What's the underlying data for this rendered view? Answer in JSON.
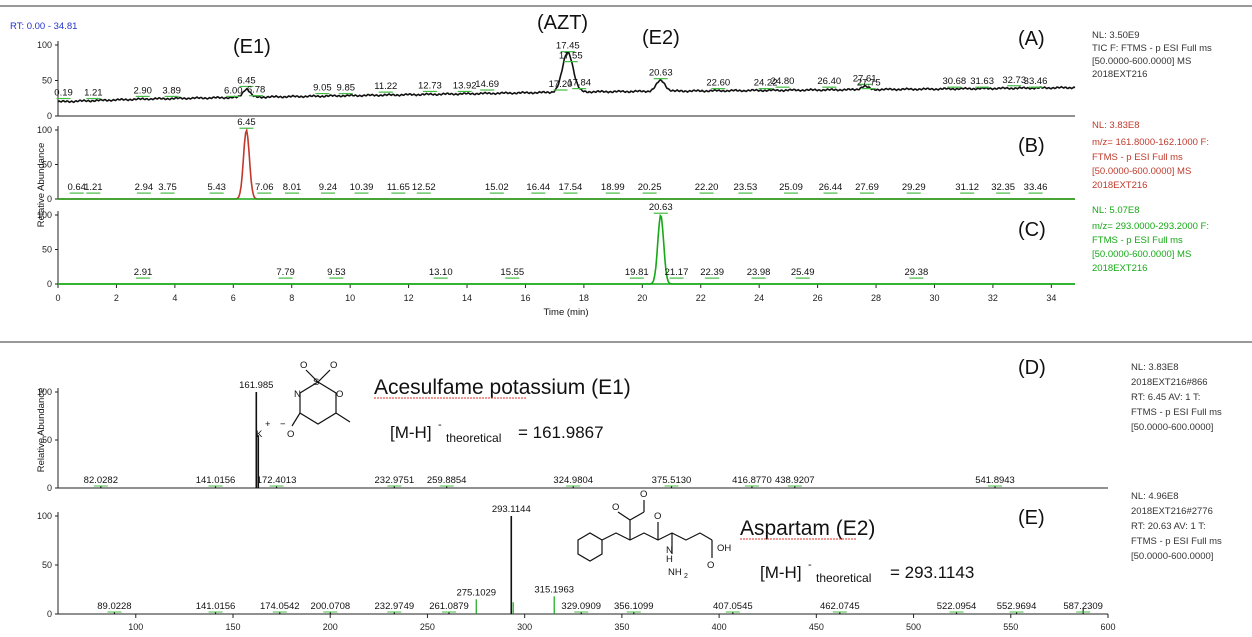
{
  "colors": {
    "tic": "#111111",
    "acesulfame": "#c0392b",
    "aspartam": "#16a816",
    "rt_range": "#2233cc",
    "marker": "#44bb44",
    "underline": "#e0342c"
  },
  "header": {
    "rt_range": "RT: 0.00 - 34.81"
  },
  "axes": {
    "y_label": "Relative Abundance",
    "y_label_spectrum": "Relative Abundance",
    "x_label_chrom": "Time (min)",
    "y_ticks": [
      "0",
      "50",
      "100"
    ],
    "x_ticks_chrom": [
      "0",
      "2",
      "4",
      "6",
      "8",
      "10",
      "12",
      "14",
      "16",
      "18",
      "20",
      "22",
      "24",
      "26",
      "28",
      "30",
      "32",
      "34"
    ],
    "x_ticks_spectrum": [
      "100",
      "150",
      "200",
      "250",
      "300",
      "350",
      "400",
      "450",
      "500",
      "550",
      "600"
    ]
  },
  "annotations": {
    "e1": "(E1)",
    "azt": "(AZT)",
    "e2": "(E2)",
    "panel_a": "(A)",
    "panel_b": "(B)",
    "panel_c": "(C)",
    "panel_d": "(D)",
    "panel_e": "(E)"
  },
  "info": {
    "a": [
      "NL: 3.50E9",
      "TIC F: FTMS - p ESI Full ms",
      "[50.0000-600.0000]  MS",
      "2018EXT216"
    ],
    "b": [
      "NL: 3.83E8",
      "m/z= 161.8000-162.1000 F:",
      "FTMS - p ESI Full ms",
      "[50.0000-600.0000]  MS",
      "2018EXT216"
    ],
    "c": [
      "NL: 5.07E8",
      "m/z= 293.0000-293.2000 F:",
      "FTMS - p ESI Full ms",
      "[50.0000-600.0000]  MS",
      "2018EXT216"
    ],
    "d": [
      "NL: 3.83E8",
      "2018EXT216#866",
      "RT: 6.45  AV: 1 T:",
      "FTMS - p ESI Full ms",
      "[50.0000-600.0000]"
    ],
    "e": [
      "NL: 4.96E8",
      "2018EXT216#2776",
      "RT: 20.63  AV: 1 T:",
      "FTMS - p ESI Full ms",
      "[50.0000-600.0000]"
    ]
  },
  "compounds": {
    "acesulfame": {
      "name": "Acesulfame potassium  (E1)",
      "mh": "[M-H]",
      "mh_sup": "-",
      "mh_sub": "theoretical",
      "mh_value": "= 161.9867",
      "atoms": {
        "o1": "O",
        "s": "S",
        "o2": "O",
        "n": "N",
        "o3": "O",
        "o4": "O",
        "k": "K",
        "plus": "+",
        "minus": "−"
      }
    },
    "aspartam": {
      "name": "Aspartam  (E2)",
      "mh": "[M-H]",
      "mh_sup": "-",
      "mh_sub": "theoretical",
      "mh_value": "= 293.1143",
      "atoms": {
        "o1": "O",
        "o2": "O",
        "o3": "O",
        "oh": "OH",
        "h": "H",
        "n": "N",
        "nh2": "NH",
        "nh2_sub": "2"
      }
    }
  },
  "chart_data": [
    {
      "type": "line",
      "panel": "A",
      "xlabel": "Time (min)",
      "ylabel": "Relative Abundance",
      "xlim": [
        0,
        34.81
      ],
      "ylim": [
        0,
        100
      ],
      "baseline": [
        [
          0,
          20
        ],
        [
          3,
          24
        ],
        [
          6,
          26
        ],
        [
          9,
          28
        ],
        [
          12,
          30
        ],
        [
          15,
          32
        ],
        [
          18,
          34
        ],
        [
          21,
          35
        ],
        [
          24,
          36
        ],
        [
          27,
          37
        ],
        [
          30,
          38
        ],
        [
          34.81,
          40
        ]
      ],
      "peaks": [
        {
          "rt": 6.45,
          "height": 38,
          "width": 0.12
        },
        {
          "rt": 17.45,
          "height": 90,
          "width": 0.18
        },
        {
          "rt": 20.63,
          "height": 50,
          "width": 0.15
        },
        {
          "rt": 27.61,
          "height": 42,
          "width": 0.12
        }
      ],
      "labels": [
        {
          "rt": 0.19,
          "y": 26,
          "text": "0.19"
        },
        {
          "rt": 1.21,
          "y": 26,
          "text": "1.21"
        },
        {
          "rt": 2.9,
          "y": 29,
          "text": "2.90"
        },
        {
          "rt": 3.89,
          "y": 29,
          "text": "3.89"
        },
        {
          "rt": 6.0,
          "y": 29,
          "text": "6.00"
        },
        {
          "rt": 6.45,
          "y": 43,
          "text": "6.45"
        },
        {
          "rt": 6.78,
          "y": 30,
          "text": "6.78"
        },
        {
          "rt": 9.05,
          "y": 33,
          "text": "9.05"
        },
        {
          "rt": 9.85,
          "y": 33,
          "text": "9.85"
        },
        {
          "rt": 11.22,
          "y": 35,
          "text": "11.22"
        },
        {
          "rt": 12.73,
          "y": 36,
          "text": "12.73"
        },
        {
          "rt": 13.92,
          "y": 36,
          "text": "13.92"
        },
        {
          "rt": 14.69,
          "y": 38,
          "text": "14.69"
        },
        {
          "rt": 17.2,
          "y": 38,
          "text": "17.20"
        },
        {
          "rt": 17.45,
          "y": 92,
          "text": "17.45"
        },
        {
          "rt": 17.55,
          "y": 78,
          "text": "17.55"
        },
        {
          "rt": 17.84,
          "y": 40,
          "text": "17.84"
        },
        {
          "rt": 20.63,
          "y": 54,
          "text": "20.63"
        },
        {
          "rt": 22.6,
          "y": 40,
          "text": "22.60"
        },
        {
          "rt": 24.22,
          "y": 40,
          "text": "24.22"
        },
        {
          "rt": 24.8,
          "y": 42,
          "text": "24.80"
        },
        {
          "rt": 26.4,
          "y": 42,
          "text": "26.40"
        },
        {
          "rt": 27.61,
          "y": 46,
          "text": "27.61"
        },
        {
          "rt": 27.75,
          "y": 40,
          "text": "27.75"
        },
        {
          "rt": 30.68,
          "y": 42,
          "text": "30.68"
        },
        {
          "rt": 31.63,
          "y": 42,
          "text": "31.63"
        },
        {
          "rt": 32.73,
          "y": 44,
          "text": "32.73"
        },
        {
          "rt": 33.46,
          "y": 42,
          "text": "33.46"
        }
      ]
    },
    {
      "type": "line",
      "panel": "B",
      "name": "m/z 161.8000-162.1000",
      "xlim": [
        0,
        34.81
      ],
      "ylim": [
        0,
        100
      ],
      "peaks": [
        {
          "rt": 6.45,
          "height": 100,
          "width": 0.1
        }
      ],
      "labels": [
        {
          "rt": 0.64,
          "y": 10,
          "text": "0.64"
        },
        {
          "rt": 1.21,
          "y": 10,
          "text": "1.21"
        },
        {
          "rt": 2.94,
          "y": 10,
          "text": "2.94"
        },
        {
          "rt": 3.75,
          "y": 10,
          "text": "3.75"
        },
        {
          "rt": 5.43,
          "y": 10,
          "text": "5.43"
        },
        {
          "rt": 6.45,
          "y": 104,
          "text": "6.45"
        },
        {
          "rt": 7.06,
          "y": 10,
          "text": "7.06"
        },
        {
          "rt": 8.01,
          "y": 10,
          "text": "8.01"
        },
        {
          "rt": 9.24,
          "y": 10,
          "text": "9.24"
        },
        {
          "rt": 10.39,
          "y": 10,
          "text": "10.39"
        },
        {
          "rt": 11.65,
          "y": 10,
          "text": "11.65"
        },
        {
          "rt": 12.52,
          "y": 10,
          "text": "12.52"
        },
        {
          "rt": 15.02,
          "y": 10,
          "text": "15.02"
        },
        {
          "rt": 16.44,
          "y": 10,
          "text": "16.44"
        },
        {
          "rt": 17.54,
          "y": 10,
          "text": "17.54"
        },
        {
          "rt": 18.99,
          "y": 10,
          "text": "18.99"
        },
        {
          "rt": 20.25,
          "y": 10,
          "text": "20.25"
        },
        {
          "rt": 22.2,
          "y": 10,
          "text": "22.20"
        },
        {
          "rt": 23.53,
          "y": 10,
          "text": "23.53"
        },
        {
          "rt": 25.09,
          "y": 10,
          "text": "25.09"
        },
        {
          "rt": 26.44,
          "y": 10,
          "text": "26.44"
        },
        {
          "rt": 27.69,
          "y": 10,
          "text": "27.69"
        },
        {
          "rt": 29.29,
          "y": 10,
          "text": "29.29"
        },
        {
          "rt": 31.12,
          "y": 10,
          "text": "31.12"
        },
        {
          "rt": 32.35,
          "y": 10,
          "text": "32.35"
        },
        {
          "rt": 33.46,
          "y": 10,
          "text": "33.46"
        }
      ]
    },
    {
      "type": "line",
      "panel": "C",
      "name": "m/z 293.0000-293.2000",
      "xlim": [
        0,
        34.81
      ],
      "ylim": [
        0,
        100
      ],
      "peaks": [
        {
          "rt": 20.63,
          "height": 100,
          "width": 0.1
        }
      ],
      "labels": [
        {
          "rt": 2.91,
          "y": 10,
          "text": "2.91"
        },
        {
          "rt": 7.79,
          "y": 10,
          "text": "7.79"
        },
        {
          "rt": 9.53,
          "y": 10,
          "text": "9.53"
        },
        {
          "rt": 13.1,
          "y": 10,
          "text": "13.10"
        },
        {
          "rt": 15.55,
          "y": 10,
          "text": "15.55"
        },
        {
          "rt": 19.81,
          "y": 10,
          "text": "19.81"
        },
        {
          "rt": 20.63,
          "y": 104,
          "text": "20.63"
        },
        {
          "rt": 21.17,
          "y": 10,
          "text": "21.17"
        },
        {
          "rt": 22.39,
          "y": 10,
          "text": "22.39"
        },
        {
          "rt": 23.98,
          "y": 10,
          "text": "23.98"
        },
        {
          "rt": 25.49,
          "y": 10,
          "text": "25.49"
        },
        {
          "rt": 29.38,
          "y": 10,
          "text": "29.38"
        }
      ]
    },
    {
      "type": "bar",
      "panel": "D",
      "ylabel": "Relative Abundance",
      "xlim": [
        60,
        600
      ],
      "ylim": [
        0,
        100
      ],
      "sticks": [
        {
          "mz": 82.0282,
          "i": 1.5,
          "label": "82.0282"
        },
        {
          "mz": 141.0156,
          "i": 1.2,
          "label": "141.0156"
        },
        {
          "mz": 161.985,
          "i": 100,
          "label": "161.985"
        },
        {
          "mz": 163.0,
          "i": 55,
          "label": ""
        },
        {
          "mz": 172.4013,
          "i": 1.0,
          "label": "172.4013"
        },
        {
          "mz": 232.9751,
          "i": 1.2,
          "label": "232.9751"
        },
        {
          "mz": 259.8854,
          "i": 1.0,
          "label": "259.8854"
        },
        {
          "mz": 324.9804,
          "i": 1.5,
          "label": "324.9804"
        },
        {
          "mz": 375.513,
          "i": 1.0,
          "label": "375.5130"
        },
        {
          "mz": 416.877,
          "i": 1.0,
          "label": "416.8770"
        },
        {
          "mz": 438.9207,
          "i": 1.0,
          "label": "438.9207"
        },
        {
          "mz": 541.8943,
          "i": 1.2,
          "label": "541.8943"
        }
      ]
    },
    {
      "type": "bar",
      "panel": "E",
      "xlim": [
        60,
        600
      ],
      "ylim": [
        0,
        100
      ],
      "sticks": [
        {
          "mz": 89.0228,
          "i": 1.0,
          "label": "89.0228"
        },
        {
          "mz": 141.0156,
          "i": 1.0,
          "label": "141.0156"
        },
        {
          "mz": 174.0542,
          "i": 1.0,
          "label": "174.0542"
        },
        {
          "mz": 200.0708,
          "i": 1.0,
          "label": "200.0708"
        },
        {
          "mz": 232.9749,
          "i": 1.0,
          "label": "232.9749"
        },
        {
          "mz": 261.0879,
          "i": 1.0,
          "label": "261.0879"
        },
        {
          "mz": 275.1029,
          "i": 15,
          "label": "275.1029"
        },
        {
          "mz": 293.1144,
          "i": 100,
          "label": "293.1144"
        },
        {
          "mz": 294.1,
          "i": 12,
          "label": ""
        },
        {
          "mz": 315.1963,
          "i": 18,
          "label": "315.1963"
        },
        {
          "mz": 329.0909,
          "i": 1.0,
          "label": "329.0909"
        },
        {
          "mz": 356.1099,
          "i": 1.0,
          "label": "356.1099"
        },
        {
          "mz": 407.0545,
          "i": 1.0,
          "label": "407.0545"
        },
        {
          "mz": 462.0745,
          "i": 1.0,
          "label": "462.0745"
        },
        {
          "mz": 522.0954,
          "i": 1.0,
          "label": "522.0954"
        },
        {
          "mz": 552.9694,
          "i": 1.0,
          "label": "552.9694"
        },
        {
          "mz": 587.2309,
          "i": 5,
          "label": "587.2309"
        }
      ]
    }
  ]
}
